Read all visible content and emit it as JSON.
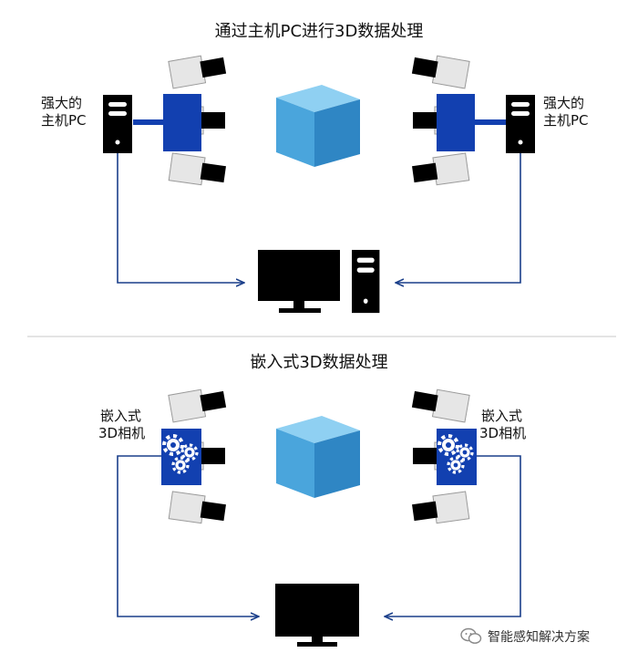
{
  "top": {
    "title": "通过主机PC进行3D数据处理",
    "left_label": [
      "强大的",
      "主机PC"
    ],
    "right_label": [
      "强大的",
      "主机PC"
    ]
  },
  "bottom": {
    "title": "嵌入式3D数据处理",
    "left_label": [
      "嵌入式",
      "3D相机"
    ],
    "right_label": [
      "嵌入式",
      "3D相机"
    ]
  },
  "watermark": "智能感知解决方案",
  "colors": {
    "blue": "#1240b0",
    "arrow": "#1a3f8a",
    "cube": "#4aa5dc",
    "camera_gray": "#e6e6e6"
  },
  "icons": [
    "cube-icon",
    "pc-tower-icon",
    "monitor-icon",
    "camera-icon",
    "gears-icon",
    "wechat-icon"
  ]
}
